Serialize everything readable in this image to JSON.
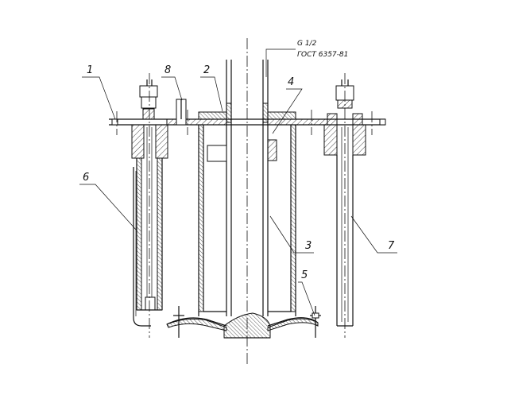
{
  "callouts": [
    "1",
    "2",
    "3",
    "4",
    "5",
    "6",
    "7",
    "8"
  ],
  "thread_spec": {
    "line1": "G 1/2",
    "line2": "ГОСТ 6357-81"
  }
}
